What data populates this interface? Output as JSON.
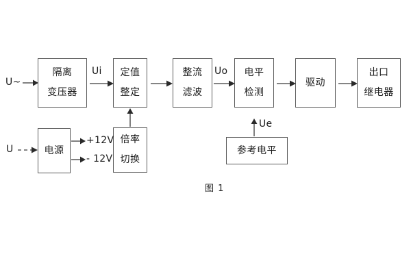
{
  "diagram": {
    "caption": "图 1",
    "blocks": [
      {
        "id": "isolation-transformer",
        "lines": [
          "隔离",
          "变压器"
        ]
      },
      {
        "id": "setpoint-setting",
        "lines": [
          "定值",
          "整定"
        ]
      },
      {
        "id": "rectifier-filter",
        "lines": [
          "整流",
          "滤波"
        ]
      },
      {
        "id": "level-detection",
        "lines": [
          "电平",
          "检测"
        ]
      },
      {
        "id": "driver",
        "lines": [
          "驱动"
        ]
      },
      {
        "id": "output-relay",
        "lines": [
          "出口",
          "继电器"
        ]
      },
      {
        "id": "power-supply",
        "lines": [
          "电源"
        ]
      },
      {
        "id": "multiplier-switch",
        "lines": [
          "倍率",
          "切换"
        ]
      },
      {
        "id": "reference-level",
        "lines": [
          "参考电平"
        ]
      }
    ],
    "signals": {
      "input_ac": "U~",
      "input_dc": "U",
      "ui": "Ui",
      "uo": "Uo",
      "ue": "Ue",
      "rail_positive": "+12V",
      "rail_negative": "- 12V"
    },
    "colors": {
      "background": "#ffffff",
      "box_border": "#5a5a5a",
      "text": "#1a1a1a",
      "connector": "#3b3b3b"
    }
  }
}
